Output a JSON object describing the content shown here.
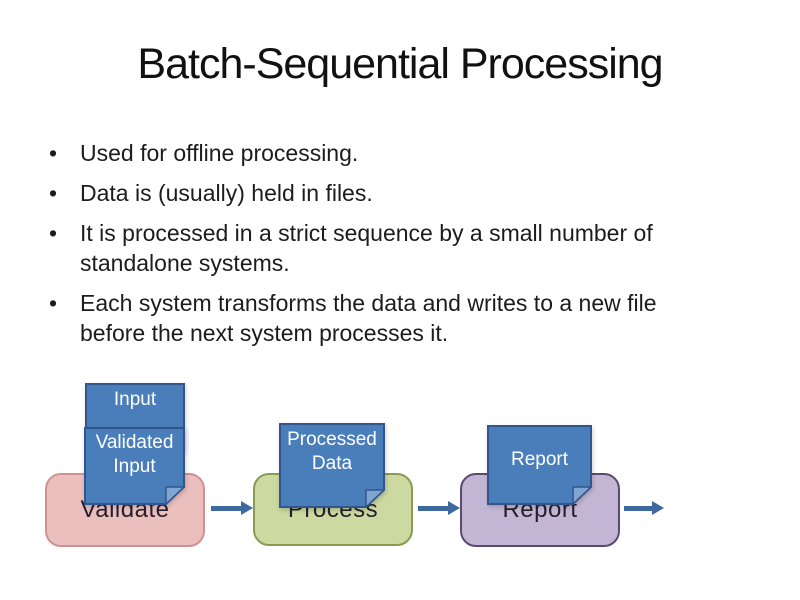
{
  "slide": {
    "title": "Batch-Sequential Processing",
    "bullets": [
      "Used for offline processing.",
      "Data is (usually) held in files.",
      "It is processed in a strict sequence by a small number of standalone systems.",
      "Each system transforms the data and writes to a new file before the next system processes it."
    ]
  },
  "diagram": {
    "stages": [
      {
        "label": "Validate",
        "fill": "#ecbfbf",
        "border": "#cf9292"
      },
      {
        "label": "Process",
        "fill": "#ccd9a1",
        "border": "#8a9a53"
      },
      {
        "label": "Report",
        "fill": "#c3b6d4",
        "border": "#5b4a72"
      }
    ],
    "documents": [
      {
        "label": "Input"
      },
      {
        "label": "Validated Input"
      },
      {
        "label": "Processed Data"
      },
      {
        "label": "Report"
      }
    ],
    "colors": {
      "document_fill": "#4a7ebb",
      "document_border": "#30568c",
      "document_fold": "#80a5d1",
      "arrow": "#3e699e",
      "stage_label_text": "#26202c",
      "document_label_text": "#ffffff",
      "background": "#ffffff",
      "body_text": "#1c1c1c"
    }
  }
}
